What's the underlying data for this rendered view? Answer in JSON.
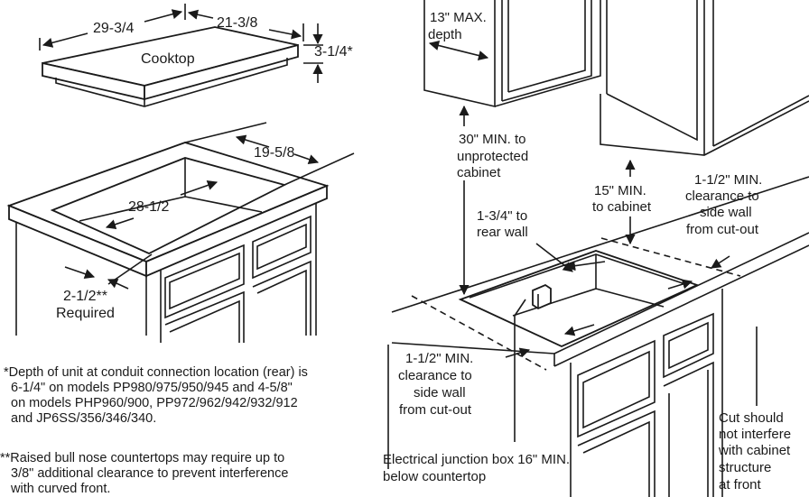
{
  "left_diagram": {
    "cooktop_label": "Cooktop",
    "dim_width": "29-3/4",
    "dim_depth": "21-3/8",
    "dim_height": "3-1/4*",
    "cutout_depth": "19-5/8",
    "cutout_width": "28-1/2",
    "front_clearance": "2-1/2**",
    "front_clearance_note": "Required"
  },
  "right_diagram": {
    "max_depth_line1": "13\" MAX.",
    "max_depth_line2": "depth",
    "min_unprotected_line1": "30\" MIN. to",
    "min_unprotected_line2": "unprotected",
    "min_unprotected_line3": "cabinet",
    "min_cabinet_line1": "15\" MIN.",
    "min_cabinet_line2": "to cabinet",
    "rear_wall_line1": "1-3/4\" to",
    "rear_wall_line2": "rear wall",
    "side_clear_right_line1": "1-1/2\" MIN.",
    "side_clear_right_line2": "clearance to",
    "side_clear_right_line3": "side wall",
    "side_clear_right_line4": "from cut-out",
    "side_clear_left_line1": "1-1/2\" MIN.",
    "side_clear_left_line2": "clearance to",
    "side_clear_left_line3": "side wall",
    "side_clear_left_line4": "from cut-out",
    "cut_note_line1": "Cut should",
    "cut_note_line2": "not interfere",
    "cut_note_line3": "with cabinet",
    "cut_note_line4": "structure",
    "cut_note_line5": "at front",
    "junction_line1": "Electrical junction box 16\" MIN.",
    "junction_line2": "below countertop"
  },
  "footnotes": {
    "note1_line1": "*Depth of unit at conduit connection location (rear) is",
    "note1_line2": "6-1/4\" on models PP980/975/950/945 and 4-5/8\"",
    "note1_line3": "on models PHP960/900, PP972/962/942/932/912",
    "note1_line4": "and JP6SS/356/346/340.",
    "note2_line1": "**Raised bull nose countertops may require up to",
    "note2_line2": "3/8\" additional clearance to prevent interference",
    "note2_line3": "with curved front."
  }
}
